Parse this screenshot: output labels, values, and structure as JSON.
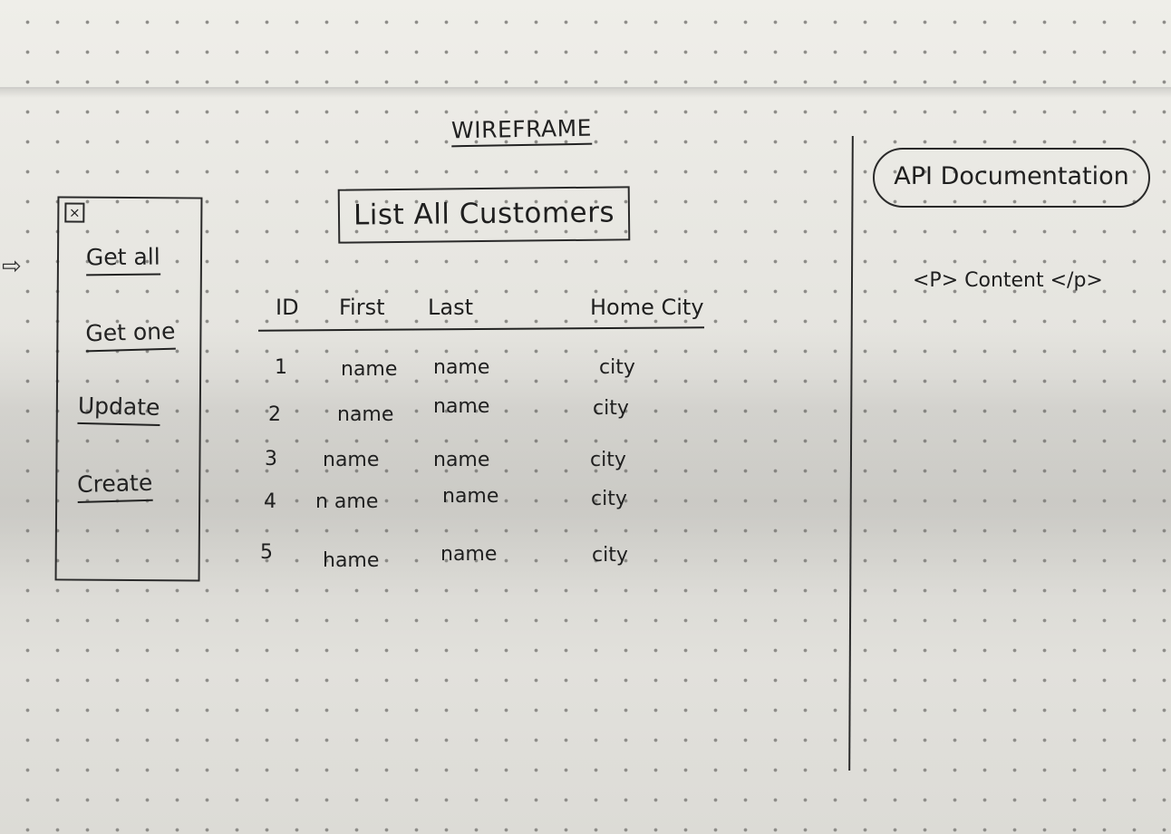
{
  "title": "WIREFRAME",
  "page_heading": "List All Customers",
  "sidebar": {
    "close_label": "×",
    "items": [
      {
        "label": "Get all"
      },
      {
        "label": "Get one"
      },
      {
        "label": "Update"
      },
      {
        "label": "Create"
      }
    ]
  },
  "table": {
    "headers": [
      "ID",
      "First",
      "Last",
      "Home City"
    ],
    "rows": [
      {
        "id": "1",
        "first": "name",
        "last": "name",
        "city": "city"
      },
      {
        "id": "2",
        "first": "name",
        "last": "name",
        "city": "city"
      },
      {
        "id": "3",
        "first": "name",
        "last": "name",
        "city": "city"
      },
      {
        "id": "4",
        "first": "n ame",
        "last": "name",
        "city": "city"
      },
      {
        "id": "5",
        "first": "hame",
        "last": "name",
        "city": "city"
      }
    ]
  },
  "api_panel": {
    "title": "API Documentation",
    "content": "<P> Content </p>"
  },
  "icons": {
    "selection_arrow": "right-arrow-icon",
    "close": "close-icon"
  }
}
